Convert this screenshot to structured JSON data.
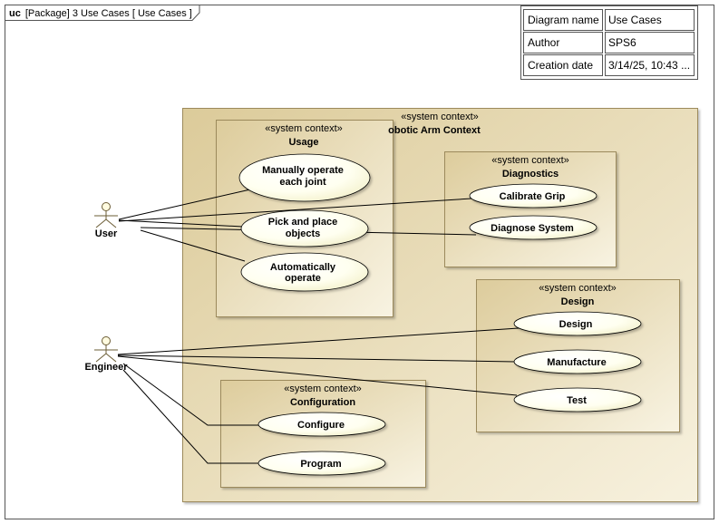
{
  "frame": {
    "keyword": "uc",
    "label": "[Package] 3 Use Cases [ Use Cases ]"
  },
  "info_table": {
    "rows": [
      {
        "key": "Diagram name",
        "value": "Use Cases"
      },
      {
        "key": "Author",
        "value": "SPS6"
      },
      {
        "key": "Creation date",
        "value": "3/14/25, 10:43 ..."
      }
    ]
  },
  "system_context": {
    "stereotype": "«system context»",
    "name": "obotic Arm Context"
  },
  "subsystems": {
    "usage": {
      "stereotype": "«system context»",
      "name": "Usage"
    },
    "diagnostics": {
      "stereotype": "«system context»",
      "name": "Diagnostics"
    },
    "design": {
      "stereotype": "«system context»",
      "name": "Design"
    },
    "configuration": {
      "stereotype": "«system context»",
      "name": "Configuration"
    }
  },
  "actors": {
    "user": "User",
    "engineer": "Engineer"
  },
  "use_cases": {
    "manual": [
      "Manually operate",
      "each joint"
    ],
    "pick": [
      "Pick and place",
      "objects"
    ],
    "auto": [
      "Automatically",
      "operate"
    ],
    "calibrate": "Calibrate Grip",
    "diagnose": "Diagnose System",
    "design": "Design",
    "manufacture": "Manufacture",
    "test": "Test",
    "configure": "Configure",
    "program": "Program"
  },
  "colors": {
    "context_fill_dark": "#dccb9a",
    "context_fill_light": "#f6efd9",
    "border": "#9c8a5c",
    "usecase_fill": "#ffffe6"
  }
}
